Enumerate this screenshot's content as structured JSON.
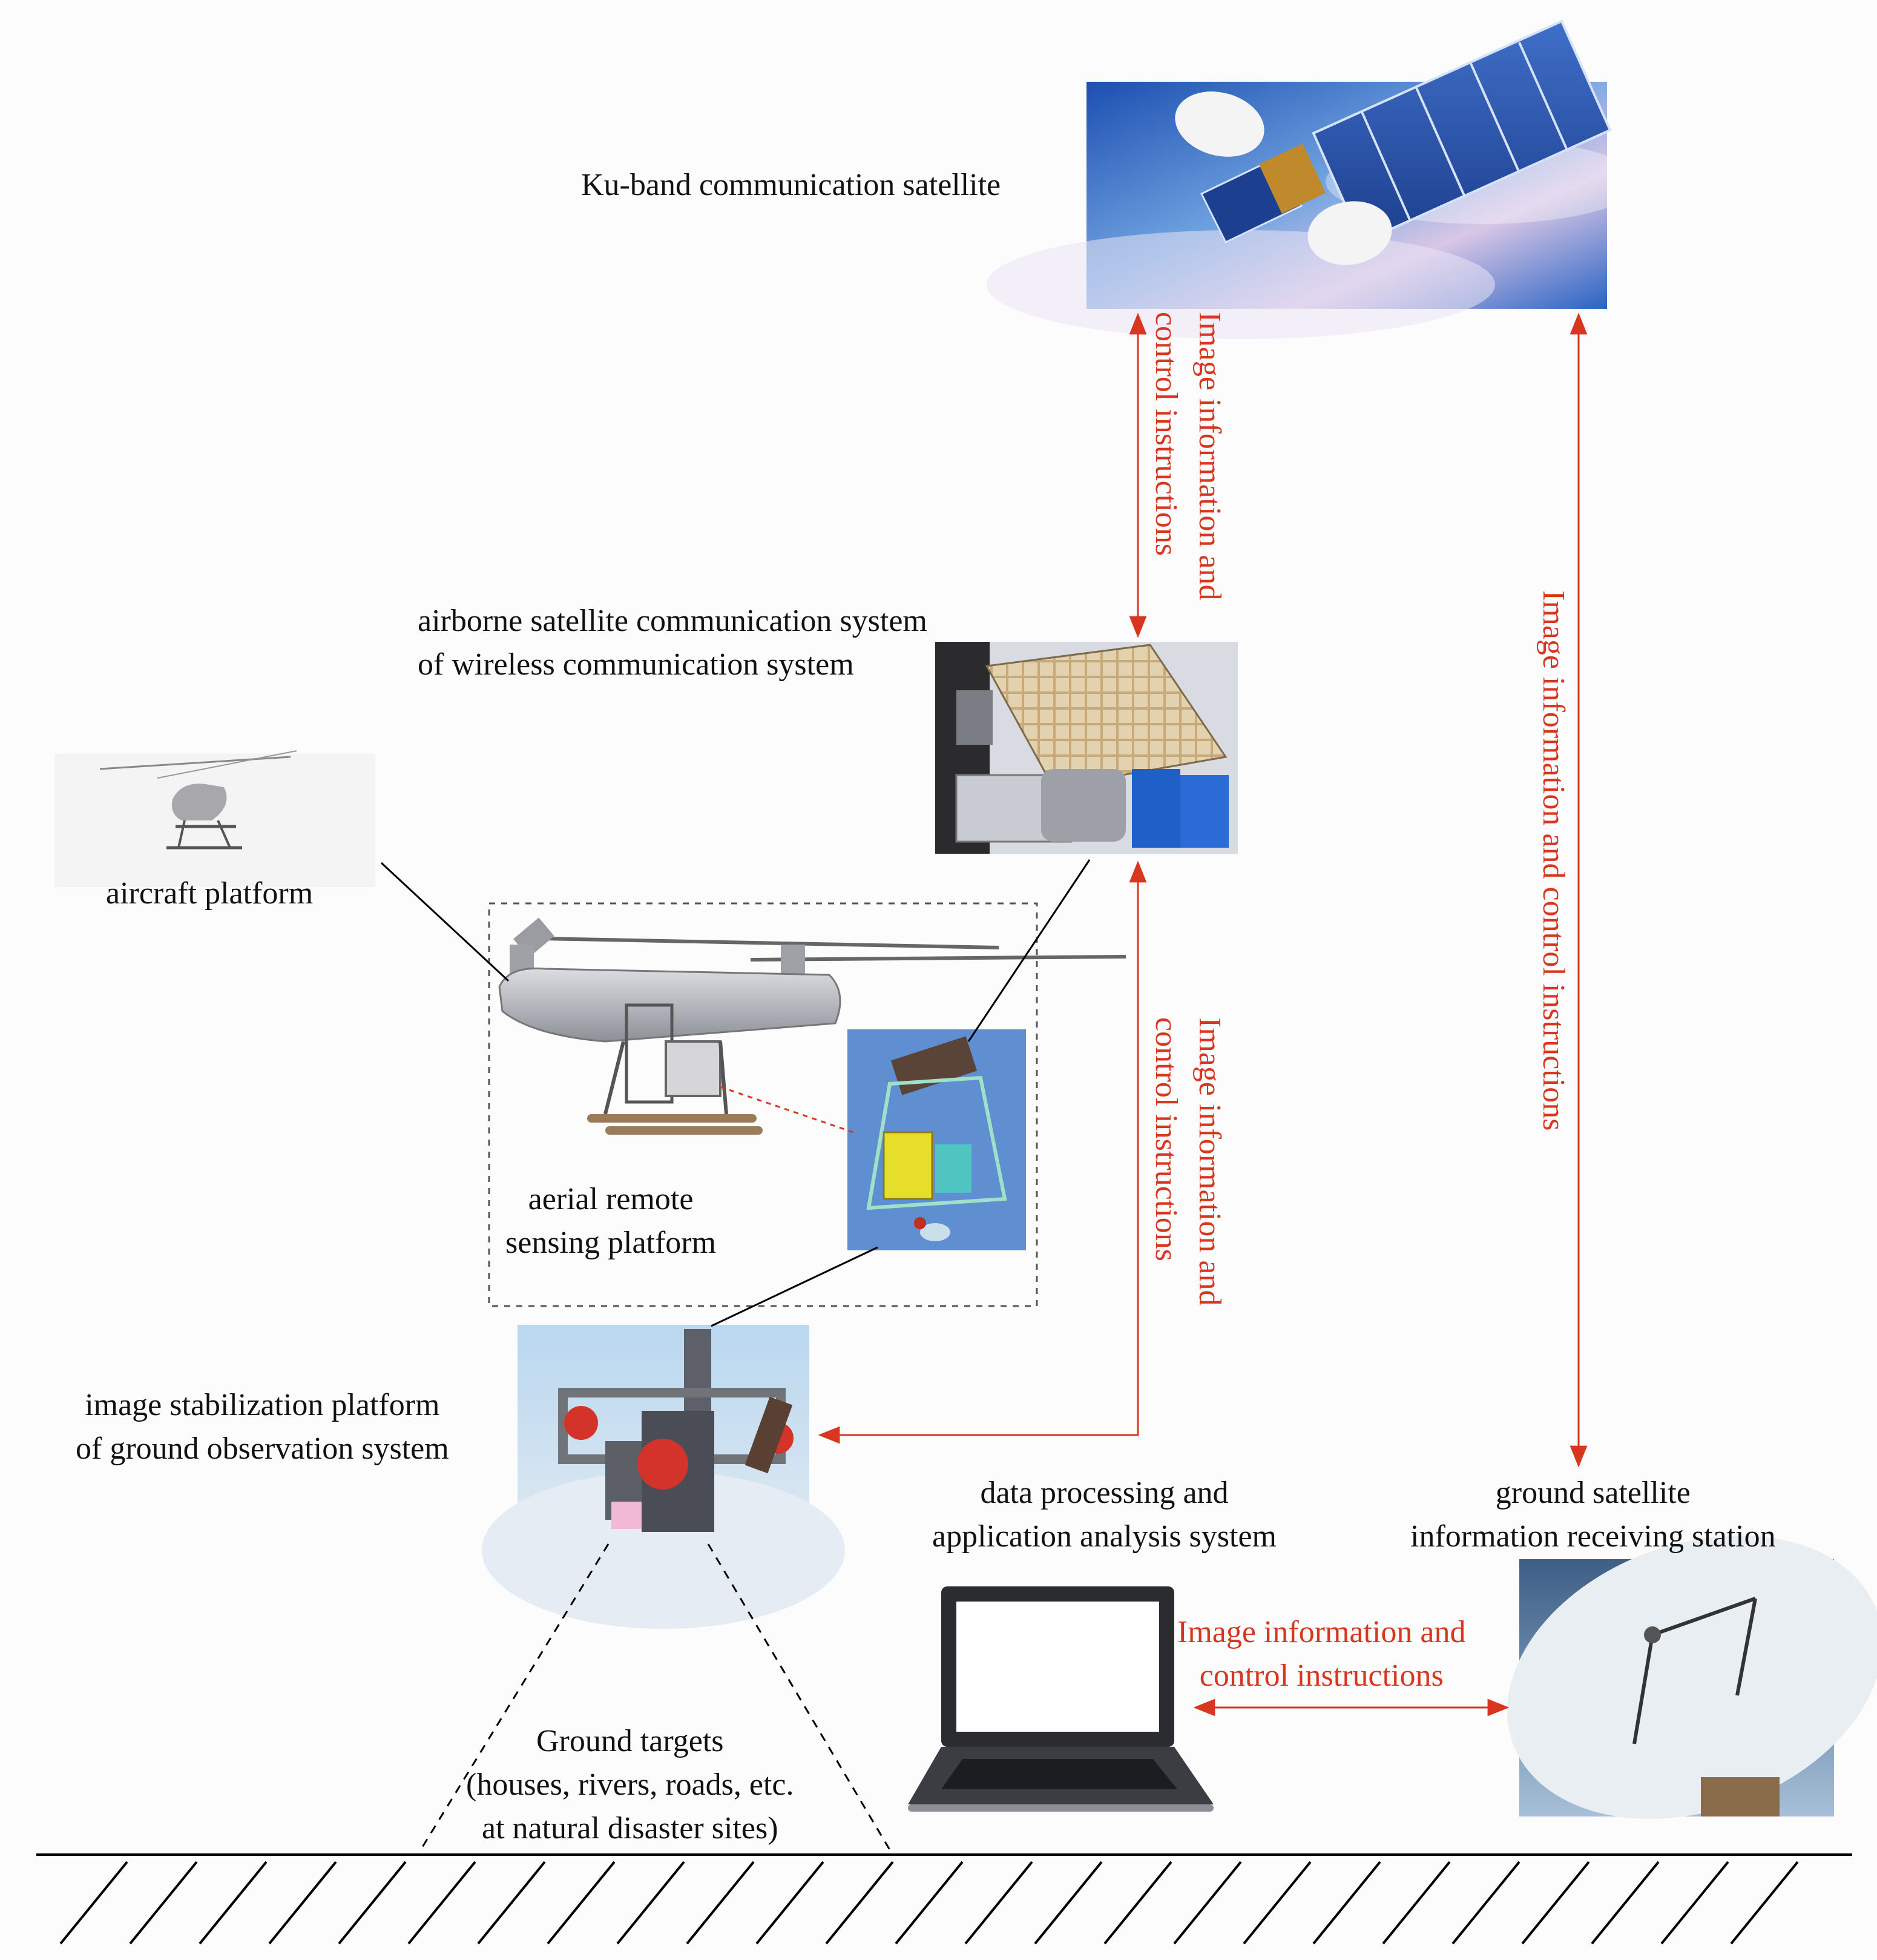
{
  "nodes": {
    "satellite": {
      "label": "Ku-band communication satellite"
    },
    "airborne_satcom": {
      "line1": "airborne satellite communication system",
      "line2": "of wireless communication system"
    },
    "aircraft": {
      "label": "aircraft platform"
    },
    "aerial_remote_sensing": {
      "line1": "aerial remote",
      "line2": "sensing platform"
    },
    "stabilization": {
      "line1": "image stabilization platform",
      "line2": "of ground observation system"
    },
    "data_processing": {
      "line1": "data processing and",
      "line2": "application analysis system"
    },
    "ground_station": {
      "line1": "ground satellite",
      "line2": "information receiving station"
    },
    "ground_targets": {
      "line1": "Ground targets",
      "line2": "(houses, rivers, roads, etc.",
      "line3": "at natural disaster sites)"
    }
  },
  "links": {
    "label_line1": "Image information and",
    "label_line2": "control instructions",
    "label_single": "Image information and control instructions"
  },
  "colors": {
    "link": "#d9361f",
    "text": "#111111",
    "line": "#000000"
  }
}
